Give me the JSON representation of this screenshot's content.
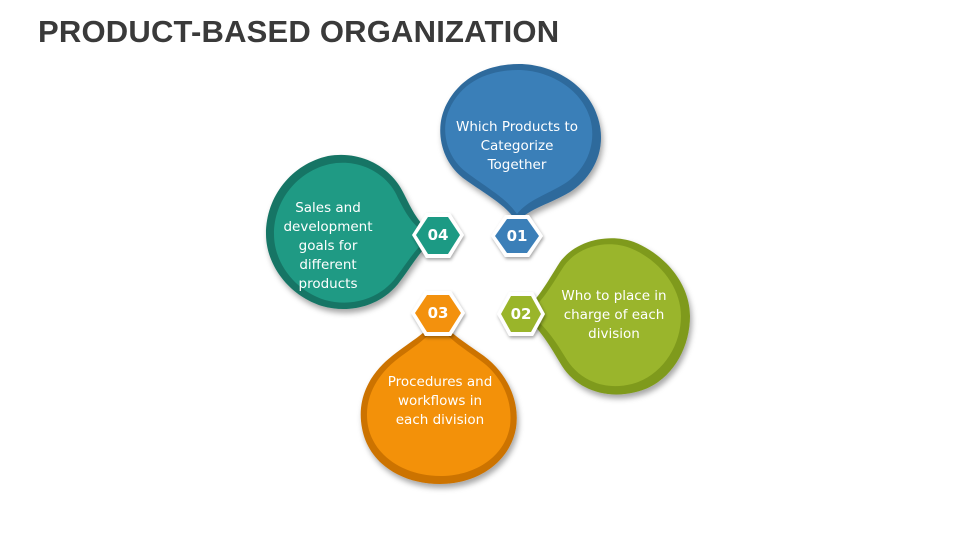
{
  "title": "PRODUCT-BASED ORGANIZATION",
  "colors": {
    "step1": "#3a7fb8",
    "step2": "#9ab52c",
    "step3": "#f39109",
    "step4": "#1f9a84"
  },
  "steps": [
    {
      "number": "01",
      "text": "Which Products to Categorize Together",
      "color": "#3a7fb8"
    },
    {
      "number": "02",
      "text": "Who to place in charge of each division",
      "color": "#9ab52c"
    },
    {
      "number": "03",
      "text": "Procedures and workflows in each division",
      "color": "#f39109"
    },
    {
      "number": "04",
      "text": "Sales and development goals for different products",
      "color": "#1f9a84"
    }
  ]
}
